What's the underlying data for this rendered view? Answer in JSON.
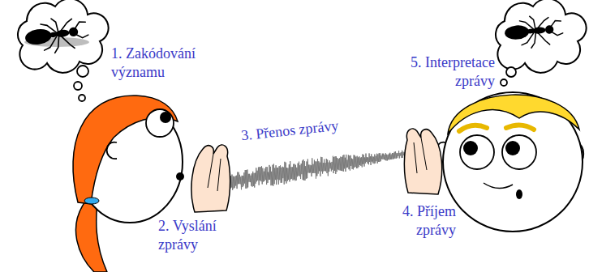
{
  "diagram": {
    "labels": [
      "1. Zakódování významu",
      "2. Vyslání zprávy",
      "3. Přenos zprávy",
      "4. Příjem zprávy",
      "5. Interpretace zprávy"
    ]
  }
}
